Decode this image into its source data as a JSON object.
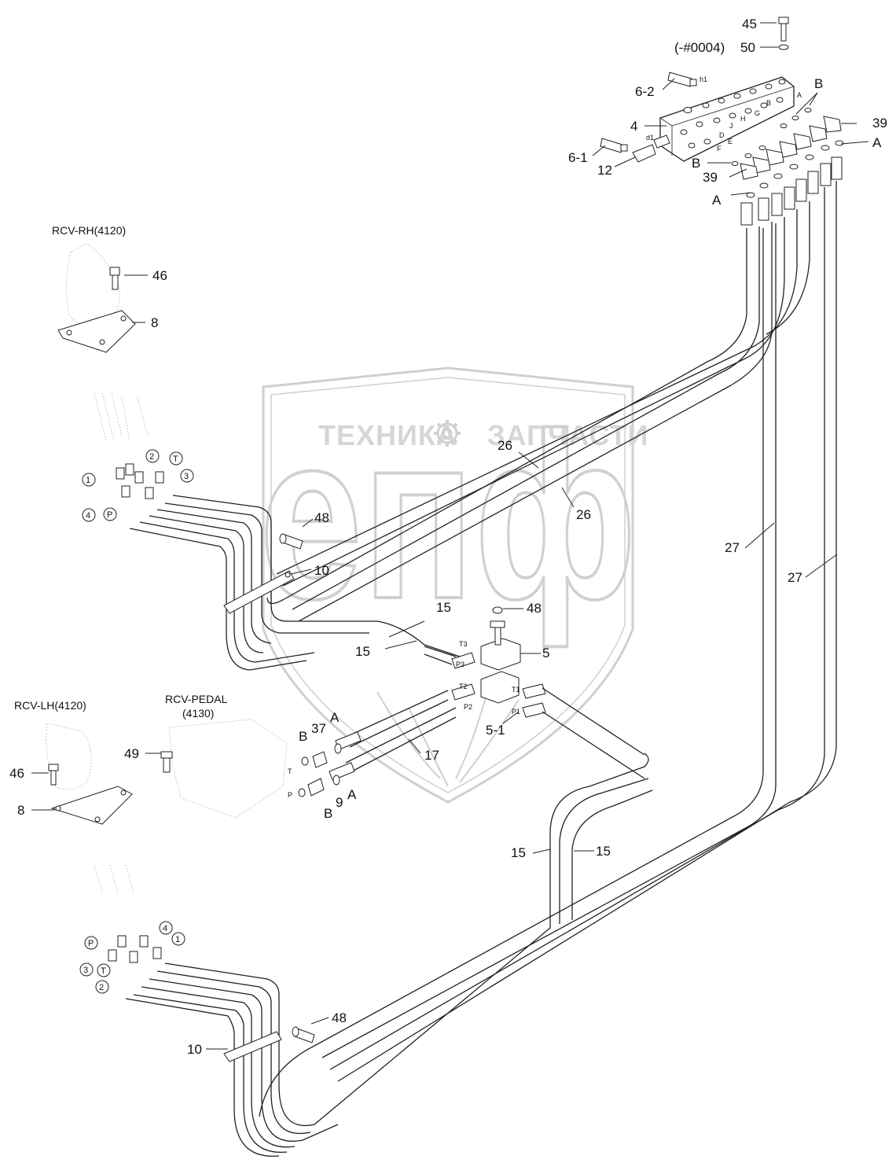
{
  "watermark": {
    "left_word": "ТЕХНИКА",
    "right_word": "ЗАПЧАСТИ",
    "monogram": "епф"
  },
  "titles": {
    "rcv_rh": "RCV-RH(4120)",
    "rcv_lh": "RCV-LH(4120)",
    "rcv_pedal_line1": "RCV-PEDAL",
    "rcv_pedal_line2": "(4130)"
  },
  "callouts": {
    "c45": "45",
    "c50": "50",
    "serial": "(-#0004)",
    "c62": "6-2",
    "c4": "4",
    "c61": "6-1",
    "c12": "12",
    "c39a": "39",
    "c39b": "39",
    "cA_top": "A",
    "cA_right": "A",
    "cA_left": "A",
    "cB_top": "B",
    "cB_left": "B",
    "c46_rh": "46",
    "c8_rh": "8",
    "c26a": "26",
    "c26b": "26",
    "c48a": "48",
    "c10a": "10",
    "c27a": "27",
    "c27b": "27",
    "c48b": "48",
    "c15a": "15",
    "c15b": "15",
    "c5": "5",
    "c51": "5-1",
    "c17": "17",
    "c37": "37",
    "cA_mid1": "A",
    "cB_mid1": "B",
    "c9": "9",
    "cA_mid2": "A",
    "cB_mid2": "B",
    "c49": "49",
    "c46_lh": "46",
    "c8_lh": "8",
    "c15c": "15",
    "c15d": "15",
    "c48c": "48",
    "c10b": "10"
  },
  "port_labels": {
    "h1": "h1",
    "d1": "d1",
    "A": "A",
    "B": "B",
    "G": "G",
    "H": "H",
    "J": "J",
    "D": "D",
    "E": "E",
    "F": "F",
    "T3": "T3",
    "P3": "P3",
    "T2": "T2",
    "P2": "P2",
    "T1": "T1",
    "P1": "P1",
    "T": "T",
    "P": "P"
  },
  "circled": {
    "rh_1": "1",
    "rh_2": "2",
    "rh_T": "T",
    "rh_3": "3",
    "rh_4": "4",
    "rh_P": "P",
    "lh_P": "P",
    "lh_4": "4",
    "lh_1": "1",
    "lh_3": "3",
    "lh_T": "T",
    "lh_2": "2"
  },
  "colors": {
    "line": "#222222",
    "watermark": "#d0d0d0"
  }
}
